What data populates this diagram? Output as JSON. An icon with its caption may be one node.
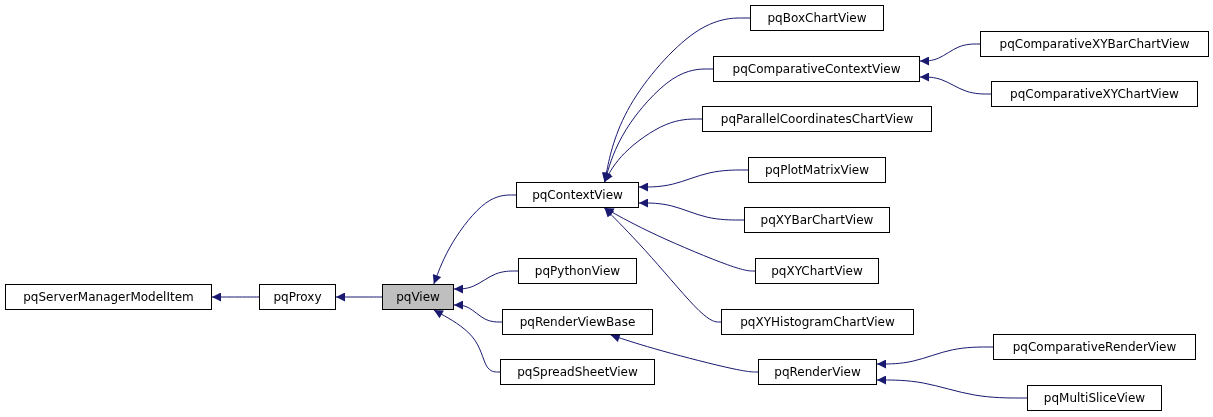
{
  "diagram": {
    "nodes": [
      {
        "text": [
          "pqServerManagerModelItem"
        ]
      },
      {
        "text": [
          "pqProxy"
        ]
      },
      {
        "text": [
          "pqView"
        ]
      },
      {
        "text": [
          "pqContextView"
        ]
      },
      {
        "text": [
          "pqPythonView"
        ]
      },
      {
        "text": [
          "pqRenderViewBase"
        ]
      },
      {
        "text": [
          "pqSpreadSheetView"
        ]
      },
      {
        "text": [
          "pqBoxChartView"
        ]
      },
      {
        "text": [
          "pqComparativeContextView"
        ]
      },
      {
        "text": [
          "pqParallelCoordinatesChartView"
        ]
      },
      {
        "text": [
          "pqPlotMatrixView"
        ]
      },
      {
        "text": [
          "pqXYBarChartView"
        ]
      },
      {
        "text": [
          "pqXYChartView"
        ]
      },
      {
        "text": [
          "pqXYHistogramChartView"
        ]
      },
      {
        "text": [
          "pqRenderView"
        ]
      },
      {
        "text": [
          "pqComparativeXYBarChartView"
        ]
      },
      {
        "text": [
          "pqComparativeXYChartView"
        ]
      },
      {
        "text": [
          "pqComparativeRenderView"
        ]
      },
      {
        "text": [
          "pqMultiSliceView"
        ]
      }
    ],
    "edges": [
      {
        "from": 1,
        "to": 0,
        "arrow": "to"
      },
      {
        "from": 2,
        "to": 1,
        "arrow": "to"
      },
      {
        "from": 3,
        "to": 2,
        "arrow": "to"
      },
      {
        "from": 4,
        "to": 2,
        "arrow": "to"
      },
      {
        "from": 5,
        "to": 2,
        "arrow": "to"
      },
      {
        "from": 6,
        "to": 2,
        "arrow": "to"
      },
      {
        "from": 7,
        "to": 3,
        "arrow": "to"
      },
      {
        "from": 8,
        "to": 3,
        "arrow": "to"
      },
      {
        "from": 9,
        "to": 3,
        "arrow": "to"
      },
      {
        "from": 10,
        "to": 3,
        "arrow": "to"
      },
      {
        "from": 11,
        "to": 3,
        "arrow": "to"
      },
      {
        "from": 12,
        "to": 3,
        "arrow": "to"
      },
      {
        "from": 13,
        "to": 3,
        "arrow": "to"
      },
      {
        "from": 14,
        "to": 5,
        "arrow": "to"
      },
      {
        "from": 15,
        "to": 8,
        "arrow": "to"
      },
      {
        "from": 16,
        "to": 8,
        "arrow": "to"
      },
      {
        "from": 17,
        "to": 14,
        "arrow": "to"
      },
      {
        "from": 18,
        "to": 14,
        "arrow": "to"
      }
    ]
  }
}
